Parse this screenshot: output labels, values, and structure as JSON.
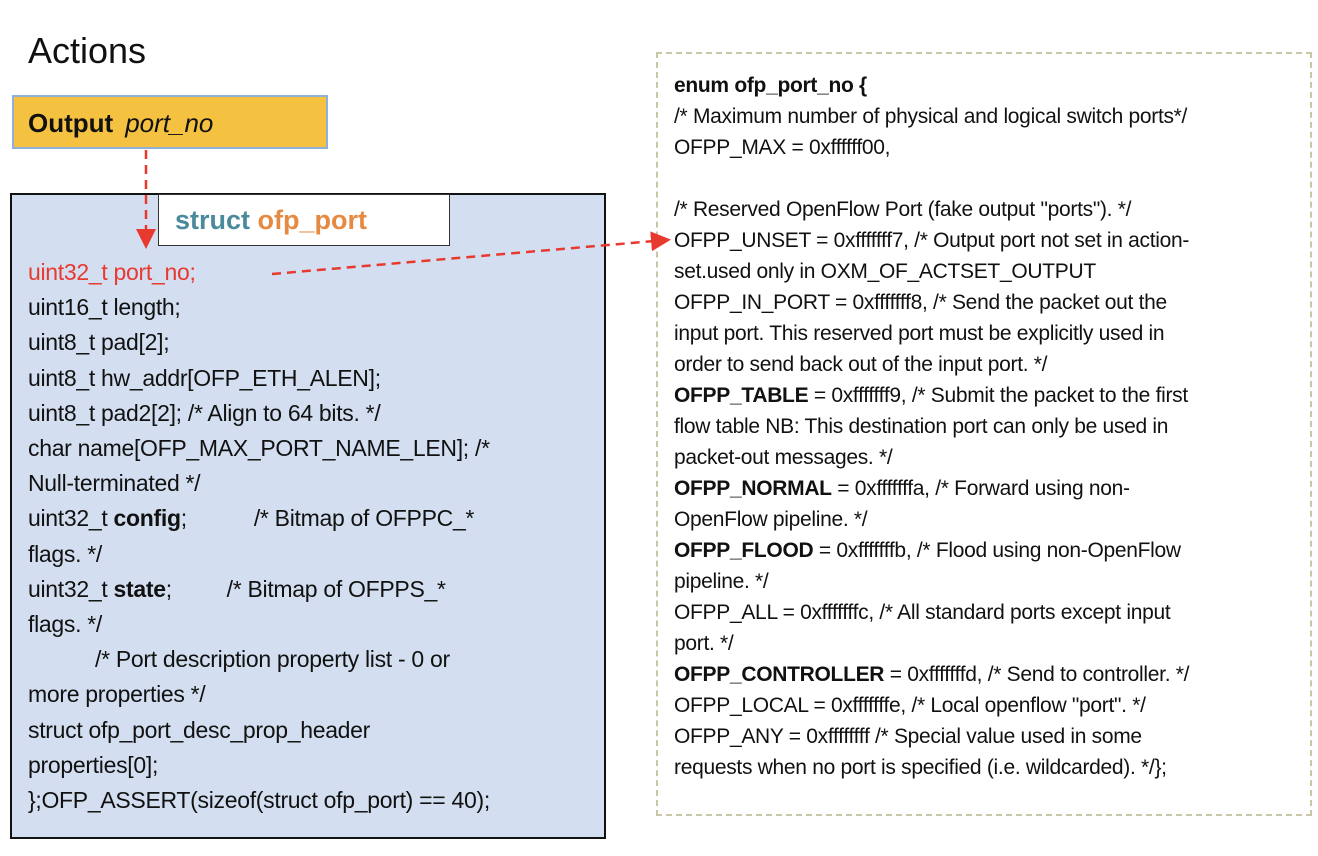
{
  "title": "Actions",
  "output_box": {
    "label": "Output",
    "param": "port_no"
  },
  "struct_title": {
    "keyword": "struct",
    "name": "ofp_port"
  },
  "struct_lines": [
    [
      {
        "t": "uint32_t port_no;",
        "red": true
      }
    ],
    [
      {
        "t": "uint16_t length;"
      }
    ],
    [
      {
        "t": "uint8_t pad[2];"
      }
    ],
    [
      {
        "t": "uint8_t hw_addr[OFP_ETH_ALEN];"
      }
    ],
    [
      {
        "t": "uint8_t pad2[2]; /* Align to 64 bits. */"
      }
    ],
    [
      {
        "t": "char name[OFP_MAX_PORT_NAME_LEN]; /*"
      }
    ],
    [
      {
        "t": "Null-terminated */"
      }
    ],
    [
      {
        "t": "uint32_t "
      },
      {
        "t": "config",
        "b": true
      },
      {
        "t": ";           /* Bitmap of OFPPC_*"
      }
    ],
    [
      {
        "t": "flags. */"
      }
    ],
    [
      {
        "t": "uint32_t "
      },
      {
        "t": "state",
        "b": true
      },
      {
        "t": ";         /* Bitmap of OFPPS_*"
      }
    ],
    [
      {
        "t": "flags. */"
      }
    ],
    [
      {
        "t": "           /* Port description property list - 0 or"
      }
    ],
    [
      {
        "t": "more properties */"
      }
    ],
    [
      {
        "t": "struct ofp_port_desc_prop_header"
      }
    ],
    [
      {
        "t": "properties[0];"
      }
    ],
    [
      {
        "t": "};OFP_ASSERT(sizeof(struct ofp_port) == 40);"
      }
    ]
  ],
  "enum_lines": [
    [
      {
        "t": "enum ofp_port_no {",
        "b": true
      }
    ],
    [
      {
        "t": "/* Maximum number of physical and logical switch ports*/"
      }
    ],
    [
      {
        "t": "OFPP_MAX = 0xffffff00,"
      }
    ],
    [
      {
        "t": " "
      }
    ],
    [
      {
        "t": "/* Reserved OpenFlow Port (fake output \"ports\"). */"
      }
    ],
    [
      {
        "t": "OFPP_UNSET = 0xfffffff7, /* Output port not set in action-"
      }
    ],
    [
      {
        "t": "set.used only in OXM_OF_ACTSET_OUTPUT"
      }
    ],
    [
      {
        "t": "OFPP_IN_PORT = 0xfffffff8, /* Send the packet out the"
      }
    ],
    [
      {
        "t": "input port. This reserved port must be explicitly used in"
      }
    ],
    [
      {
        "t": "order to send back out of the input port. */"
      }
    ],
    [
      {
        "t": "OFPP_TABLE",
        "b": true
      },
      {
        "t": " = 0xfffffff9, /* Submit the packet to the first"
      }
    ],
    [
      {
        "t": "flow table NB: This destination port can only be used in"
      }
    ],
    [
      {
        "t": "packet-out messages. */"
      }
    ],
    [
      {
        "t": "OFPP_NORMAL",
        "b": true
      },
      {
        "t": " = 0xfffffffa, /* Forward using non-"
      }
    ],
    [
      {
        "t": "OpenFlow pipeline. */"
      }
    ],
    [
      {
        "t": "OFPP_FLOOD",
        "b": true
      },
      {
        "t": " = 0xfffffffb, /* Flood using non-OpenFlow"
      }
    ],
    [
      {
        "t": "pipeline. */"
      }
    ],
    [
      {
        "t": "OFPP_ALL = 0xfffffffc, /* All standard ports except input"
      }
    ],
    [
      {
        "t": "port. */"
      }
    ],
    [
      {
        "t": "OFPP_CONTROLLER",
        "b": true
      },
      {
        "t": " = 0xfffffffd, /* Send to controller. */"
      }
    ],
    [
      {
        "t": "OFPP_LOCAL = 0xfffffffe, /* Local openflow \"port\". */"
      }
    ],
    [
      {
        "t": "OFPP_ANY = 0xffffffff /* Special value used in some"
      }
    ],
    [
      {
        "t": "requests when no port is specified (i.e. wildcarded). */};"
      }
    ]
  ],
  "colors": {
    "arrow": "#e8392f",
    "output_fill": "#f4c141",
    "struct_fill": "#d3dff0"
  }
}
